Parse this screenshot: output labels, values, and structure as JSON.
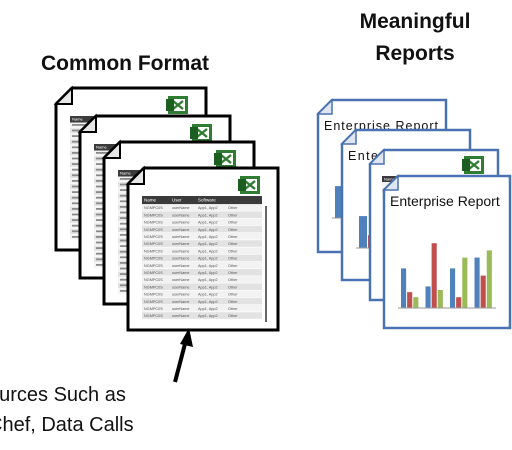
{
  "headings": {
    "common_format": "Common Format",
    "meaningful_line_1": "Meaningful",
    "meaningful_line_2": "Reports"
  },
  "sources_caption": {
    "line_1": "ources Such as",
    "line_2": "Chef, Data Calls"
  },
  "spreadsheet": {
    "columns": [
      "Name",
      "User",
      "Software"
    ],
    "row_values": [
      "NGMPC0S",
      "userName",
      "App1, App2",
      "Other"
    ],
    "icon": "excel-icon"
  },
  "report": {
    "title": "Enterprise Report",
    "partial_title": "Ente",
    "colors": {
      "border": "#4a72b0",
      "bar_blue": "#4f81bd",
      "bar_red": "#c0504d",
      "bar_green": "#9bbb59"
    },
    "bar_values": [
      [
        0.55,
        0.22,
        0.15
      ],
      [
        0.3,
        0.9,
        0.25
      ],
      [
        0.55,
        0.15,
        0.7
      ],
      [
        0.7,
        0.45,
        0.8
      ]
    ]
  },
  "arrow": "up-arrow"
}
